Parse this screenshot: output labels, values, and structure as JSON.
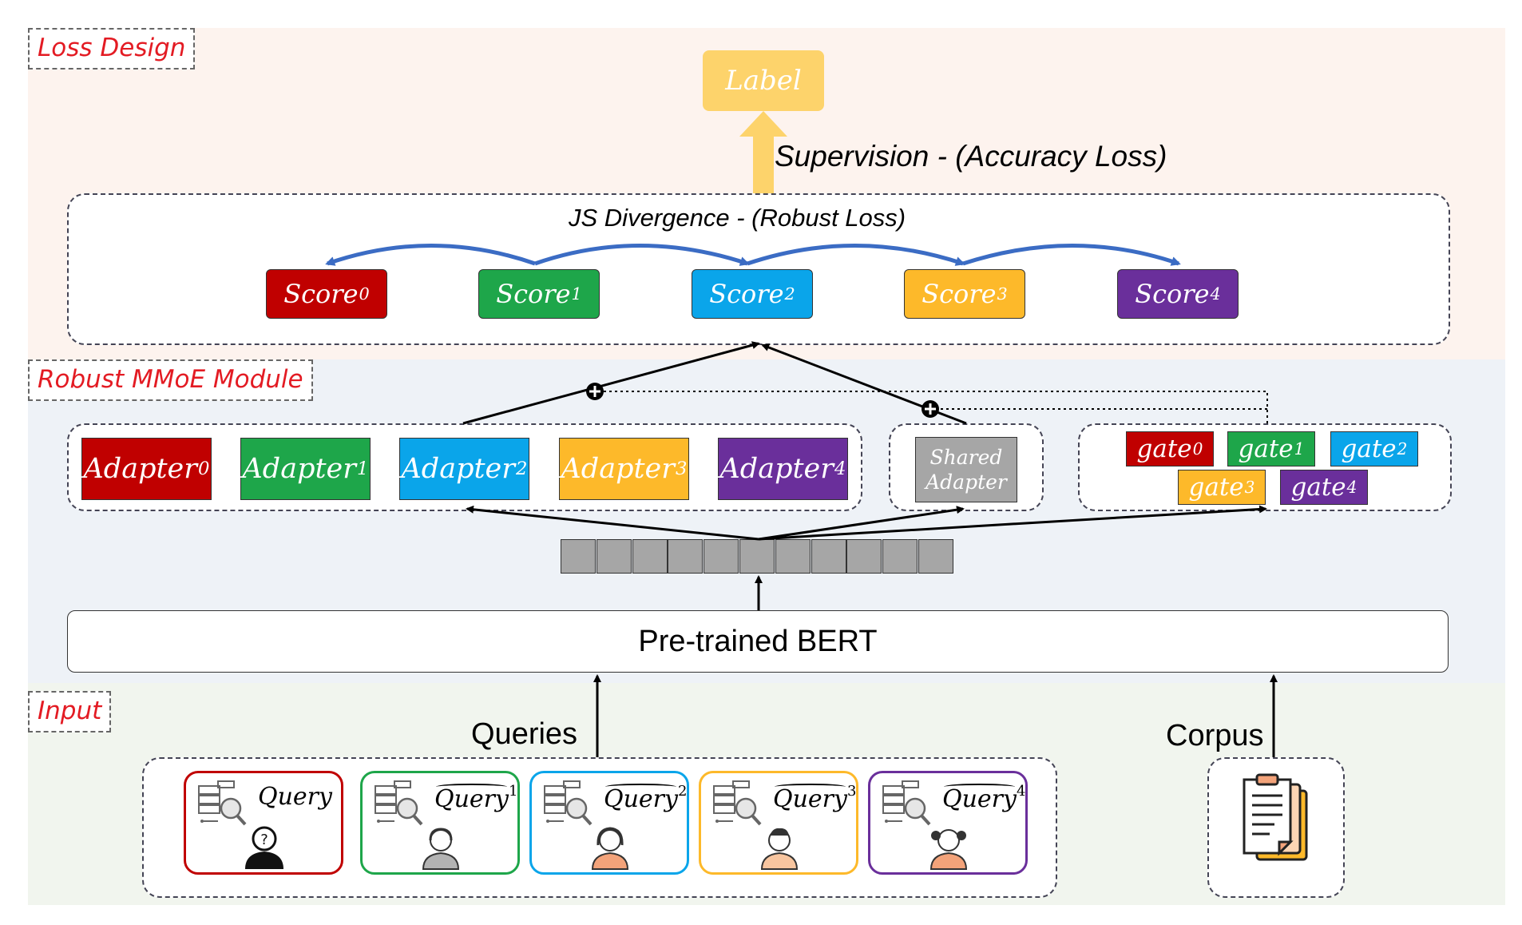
{
  "sections": {
    "loss_design": "Loss Design",
    "mmoe": "Robust MMoE Module",
    "input": "Input"
  },
  "label_box": "Label",
  "supervision_text": "Supervision - (Accuracy Loss)",
  "js_text": "JS Divergence - (Robust Loss)",
  "scores": [
    {
      "name": "Score",
      "sub": "0",
      "color": "#c00000"
    },
    {
      "name": "Score",
      "sub": "1",
      "color": "#1ea64a"
    },
    {
      "name": "Score",
      "sub": "2",
      "color": "#0aa5ea"
    },
    {
      "name": "Score",
      "sub": "3",
      "color": "#fdb92a"
    },
    {
      "name": "Score",
      "sub": "4",
      "color": "#6a2f9b"
    }
  ],
  "adapters": [
    {
      "name": "Adapter",
      "sub": "0",
      "color": "#c00000"
    },
    {
      "name": "Adapter",
      "sub": "1",
      "color": "#1ea64a"
    },
    {
      "name": "Adapter",
      "sub": "2",
      "color": "#0aa5ea"
    },
    {
      "name": "Adapter",
      "sub": "3",
      "color": "#fdb92a"
    },
    {
      "name": "Adapter",
      "sub": "4",
      "color": "#6a2f9b"
    }
  ],
  "shared_adapter": {
    "line1": "Shared",
    "line2": "Adapter",
    "color": "#a6a6a6"
  },
  "gates": [
    {
      "name": "gate",
      "sub": "0",
      "color": "#c00000"
    },
    {
      "name": "gate",
      "sub": "1",
      "color": "#1ea64a"
    },
    {
      "name": "gate",
      "sub": "2",
      "color": "#0aa5ea"
    },
    {
      "name": "gate",
      "sub": "3",
      "color": "#fdb92a"
    },
    {
      "name": "gate",
      "sub": "4",
      "color": "#6a2f9b"
    }
  ],
  "bert_label": "Pre-trained BERT",
  "queries_label": "Queries",
  "corpus_label": "Corpus",
  "queries": [
    {
      "name": "Query",
      "sup": "",
      "color": "#c00000",
      "person": "question-person-icon"
    },
    {
      "name": "Query",
      "sup": "1",
      "color": "#1ea64a",
      "person": "elderly-man-icon"
    },
    {
      "name": "Query",
      "sup": "2",
      "color": "#0aa5ea",
      "person": "woman-icon"
    },
    {
      "name": "Query",
      "sup": "3",
      "color": "#fdb92a",
      "person": "man-icon"
    },
    {
      "name": "Query",
      "sup": "4",
      "color": "#6a2f9b",
      "person": "girl-icon"
    }
  ]
}
